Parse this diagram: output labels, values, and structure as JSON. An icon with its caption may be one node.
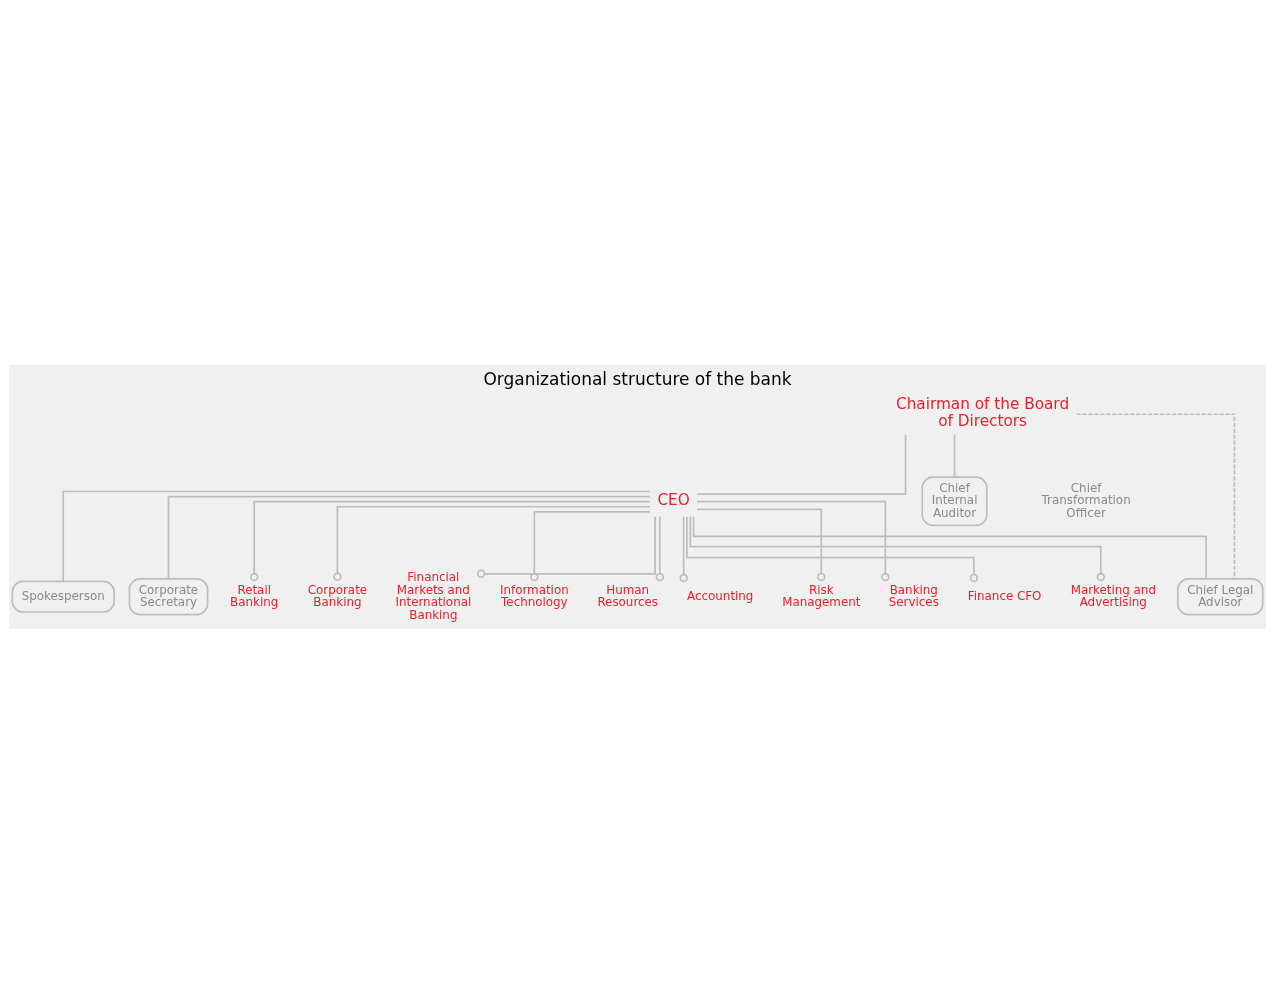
{
  "diagram": {
    "title": "Organizational structure of the bank",
    "nodes": [
      {
        "text": [
          "Chairman of the Board of Directors"
        ]
      },
      {
        "text": [
          "CEO"
        ]
      },
      {
        "text": [
          "Chief Internal Auditor"
        ]
      },
      {
        "text": [
          "Spokesperson"
        ]
      },
      {
        "text": [
          "Corporate Secretary"
        ]
      },
      {
        "text": [
          "Chief Legal Advisor"
        ]
      },
      {
        "text": [
          "Retail Banking"
        ]
      },
      {
        "text": [
          "Corporate Banking"
        ]
      },
      {
        "text": [
          "Financial Markets and International Banking"
        ]
      },
      {
        "text": [
          "Information Technology"
        ]
      },
      {
        "text": [
          "Human Resources"
        ]
      },
      {
        "text": [
          "Accounting"
        ]
      },
      {
        "text": [
          "Risk Management"
        ]
      },
      {
        "text": [
          "Banking Services"
        ]
      },
      {
        "text": [
          "Finance CFO"
        ]
      },
      {
        "text": [
          "Marketing and Advertising"
        ]
      }
    ],
    "edges": [
      {
        "from": 0,
        "to": 1,
        "arrow": "none"
      },
      {
        "from": 0,
        "to": 2,
        "arrow": "none"
      },
      {
        "from": 0,
        "to": 5,
        "arrow": "none",
        "style": "dashed"
      },
      {
        "from": 1,
        "to": 3,
        "arrow": "none"
      },
      {
        "from": 1,
        "to": 4,
        "arrow": "none"
      },
      {
        "from": 1,
        "to": 5,
        "arrow": "none"
      },
      {
        "from": 1,
        "to": 6,
        "arrow": "other"
      },
      {
        "from": 1,
        "to": 7,
        "arrow": "other"
      },
      {
        "from": 1,
        "to": 8,
        "arrow": "other"
      },
      {
        "from": 1,
        "to": 9,
        "arrow": "other"
      },
      {
        "from": 1,
        "to": 10,
        "arrow": "other"
      },
      {
        "from": 1,
        "to": 11,
        "arrow": "other"
      },
      {
        "from": 1,
        "to": 12,
        "arrow": "other"
      },
      {
        "from": 1,
        "to": 13,
        "arrow": "other"
      },
      {
        "from": 1,
        "to": 14,
        "arrow": "other"
      },
      {
        "from": 1,
        "to": 15,
        "arrow": "other"
      }
    ],
    "labels": [
      "Chief Transformation Officer"
    ]
  }
}
